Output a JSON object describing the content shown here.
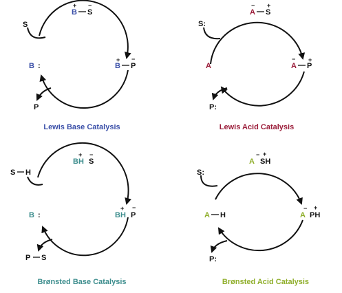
{
  "colors": {
    "lewis_base": "#3a4fa8",
    "lewis_acid": "#9b1d3a",
    "bronsted_base": "#3e8e8e",
    "bronsted_acid": "#8fae2a",
    "ink": "#111111"
  },
  "lewis_base": {
    "caption": "Lewis Base Catalysis",
    "substrate": "S",
    "catalyst": "B",
    "top_cat": "B",
    "top_sub": "S",
    "right_cat": "B",
    "right_prod": "P",
    "product": "P",
    "lone_pair": ":",
    "plus": "+",
    "minus": "−"
  },
  "lewis_acid": {
    "caption": "Lewis Acid Catalysis",
    "substrate": "S:",
    "catalyst": "A",
    "top_cat": "A",
    "top_sub": "S",
    "right_cat": "A",
    "right_prod": "P",
    "product": "P:",
    "plus": "+",
    "minus": "−"
  },
  "bronsted_base": {
    "caption": "Brønsted Base Catalysis",
    "substrate_s": "S",
    "substrate_h": "H",
    "catalyst": "B",
    "lone_pair": ":",
    "top_cat": "BH",
    "top_sub": "S",
    "right_cat": "BH",
    "right_prod": "P",
    "product_p": "P",
    "product_s": "S",
    "plus": "+",
    "minus": "−"
  },
  "bronsted_acid": {
    "caption": "Brønsted Acid Catalysis",
    "substrate": "S:",
    "catalyst_a": "A",
    "catalyst_h": "H",
    "top_cat": "A",
    "top_sub": "SH",
    "right_cat": "A",
    "right_prod": "PH",
    "product": "P:",
    "plus": "+",
    "minus": "−"
  }
}
